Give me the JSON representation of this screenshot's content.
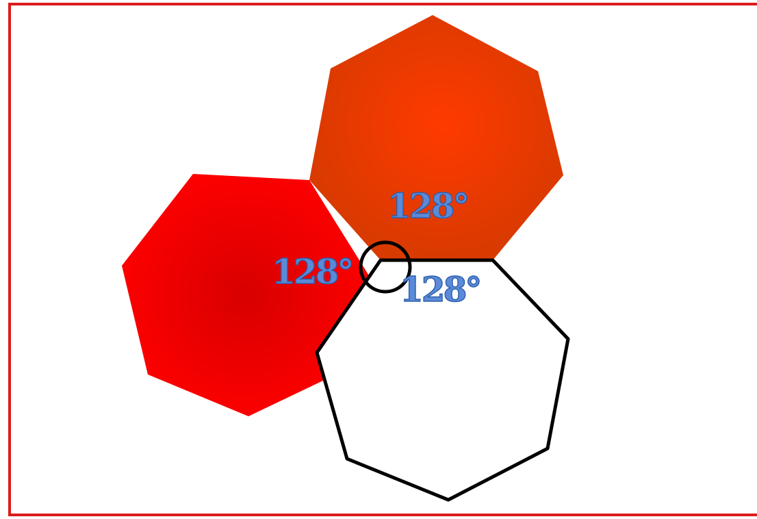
{
  "diagram": {
    "angle_labels": {
      "red_heptagon": "128°",
      "orange_heptagon": "128°",
      "white_heptagon": "128°"
    },
    "colors": {
      "frame": "#dd1b1b",
      "red_heptagon_center": "#d80000",
      "red_heptagon_edge": "#ff0000",
      "orange_heptagon_center": "#ff3a00",
      "orange_heptagon_edge": "#d83a00",
      "white_heptagon_fill": "#ffffff",
      "white_heptagon_stroke": "#000000",
      "label_fill": "#5b8bd8",
      "label_stroke": "#2f5fae",
      "vertex_circle_stroke": "#000000"
    }
  }
}
